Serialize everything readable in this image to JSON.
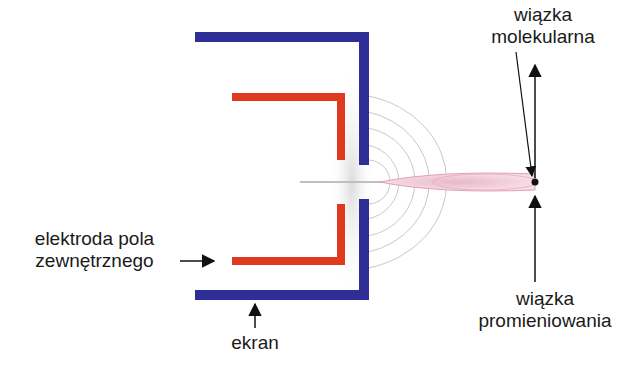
{
  "diagram": {
    "labels": [
      "wiązka molekularna",
      "elektroda pola zewnętrznego",
      "ekran",
      "wiązka promieniowania"
    ]
  }
}
